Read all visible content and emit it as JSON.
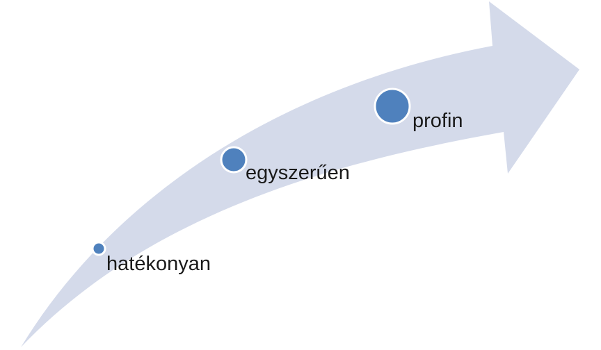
{
  "diagram": {
    "arrow_color": "#D4DAEA",
    "marker_fill": "#4F81BD",
    "marker_stroke": "#FFFFFF",
    "steps": [
      {
        "label": "hatékonyan"
      },
      {
        "label": "egyszerűen"
      },
      {
        "label": "profin"
      }
    ]
  }
}
